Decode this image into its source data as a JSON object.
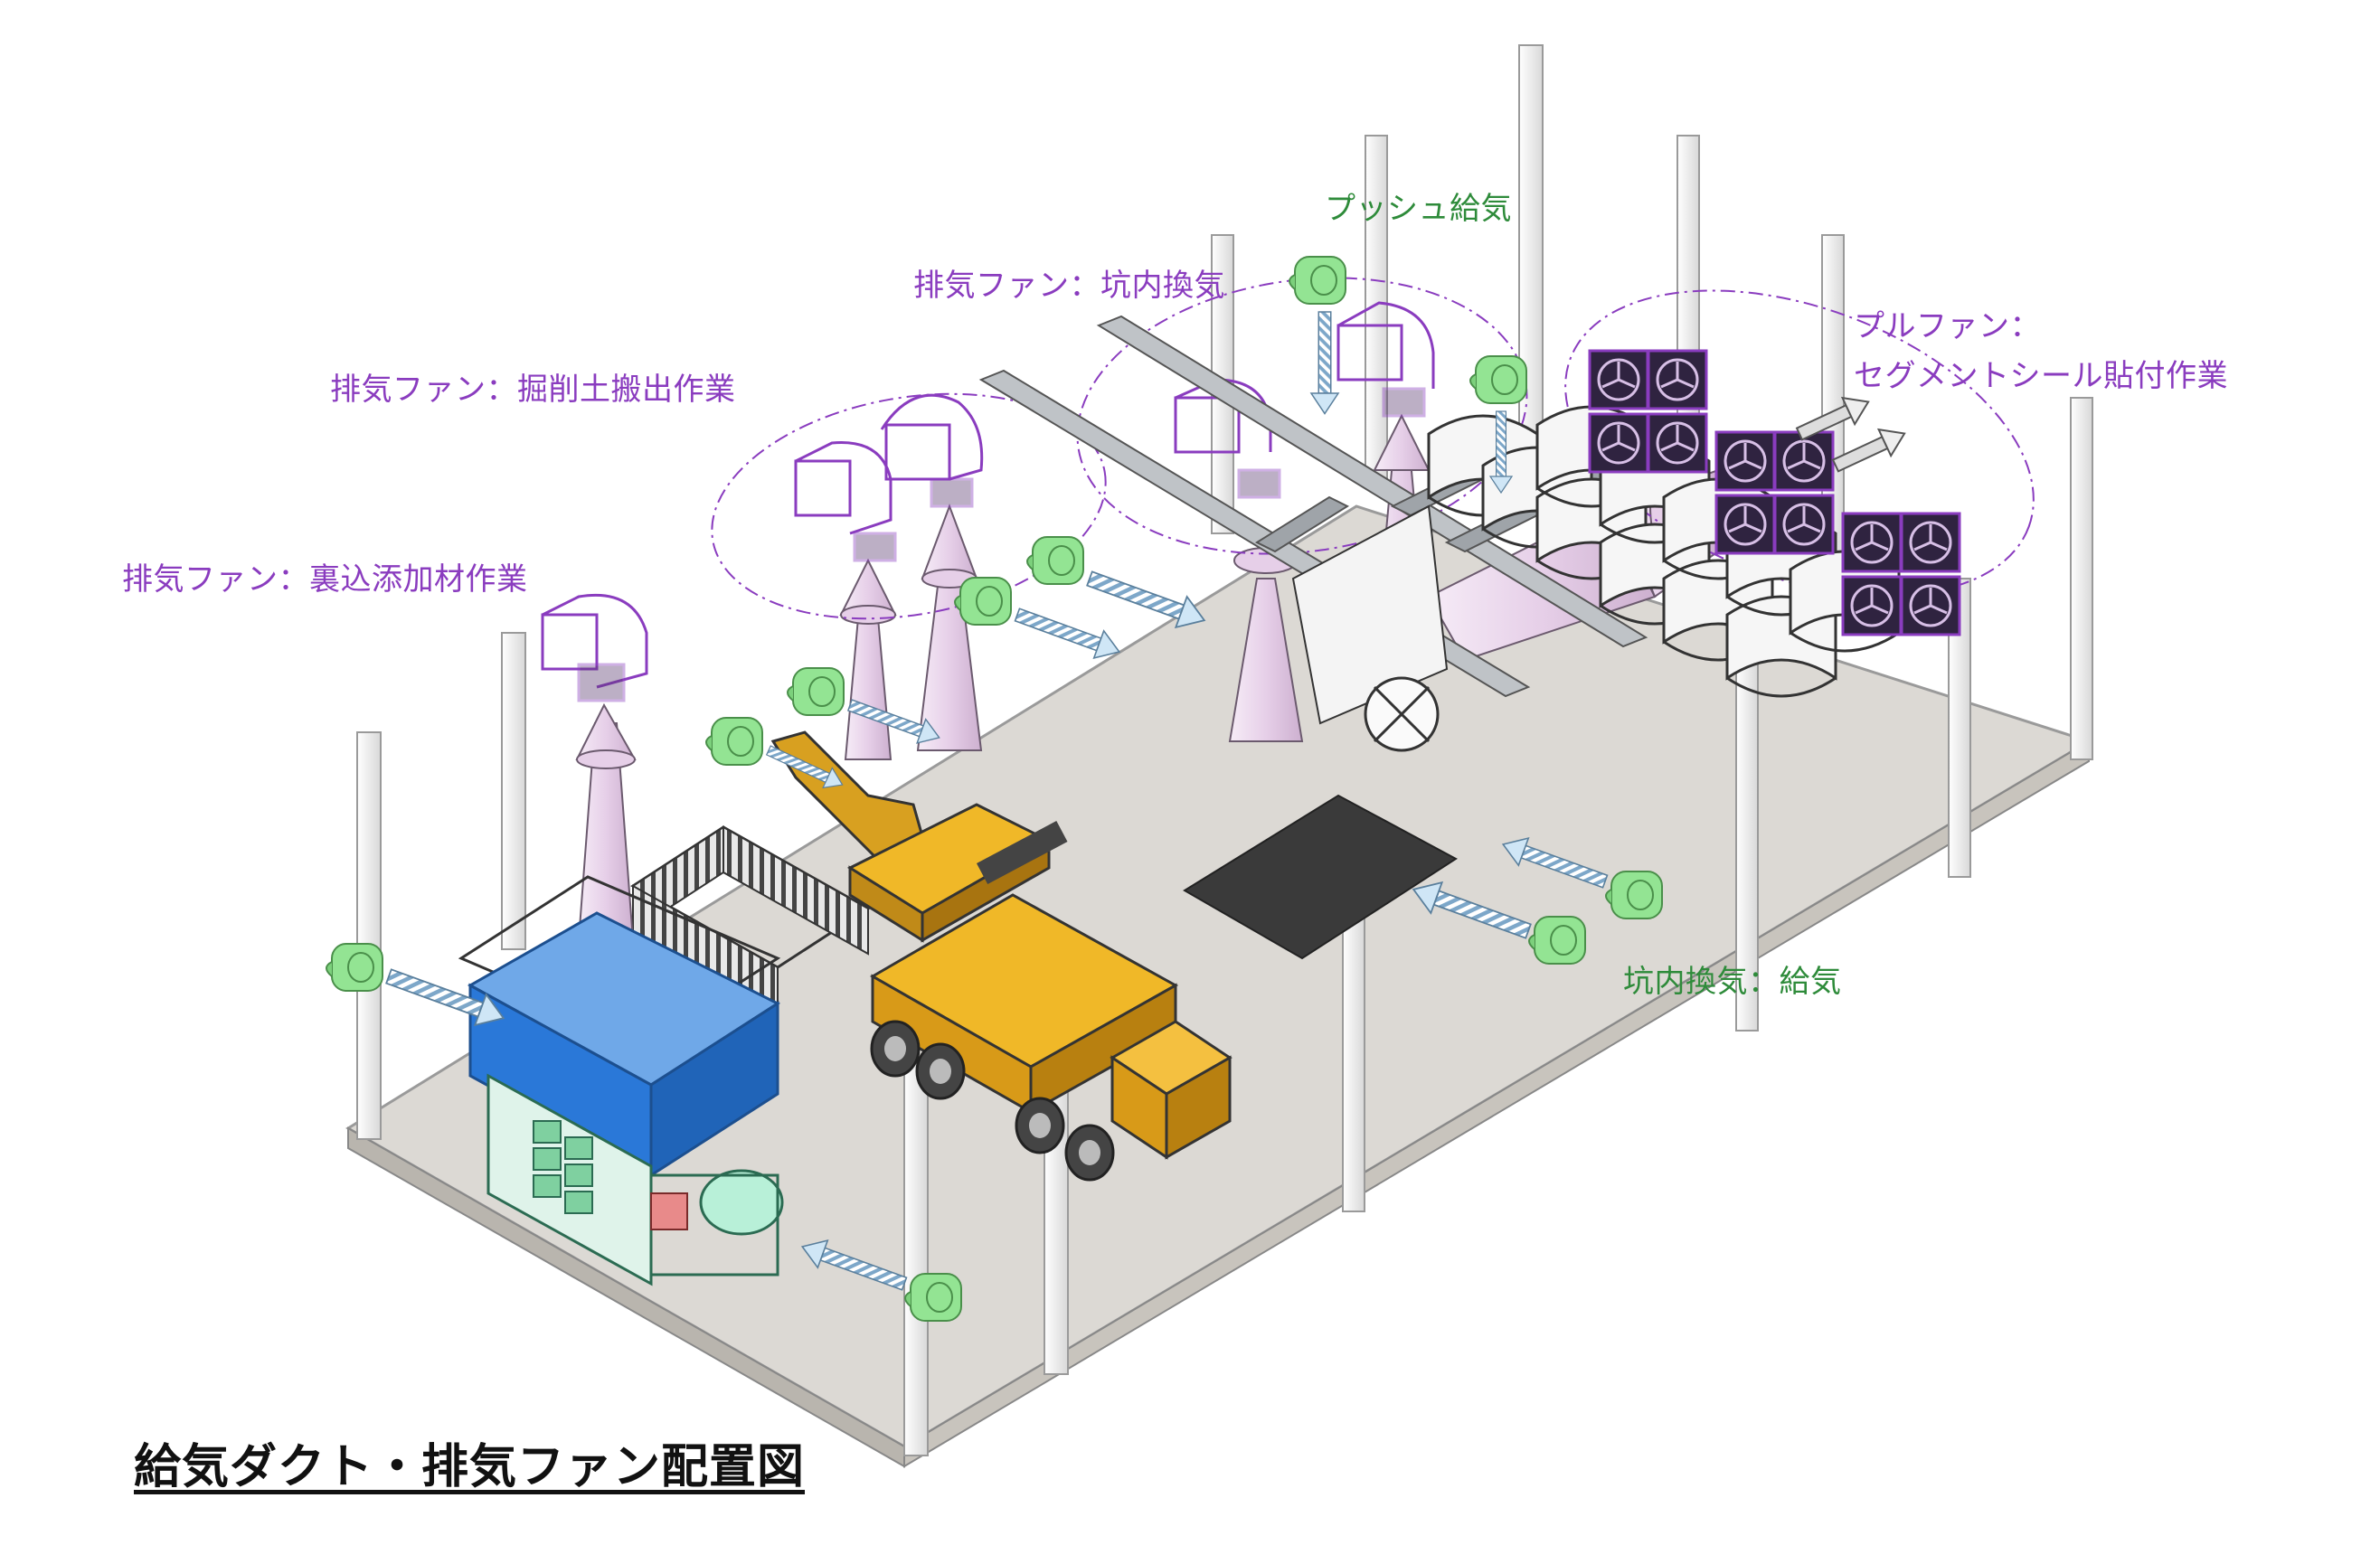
{
  "colors": {
    "exhaust": "#8a3cbf",
    "supply": "#2e8b3a",
    "floor": "#dcd9d4",
    "fan_green": "#8fe08f",
    "cone_pink": "#ecd8ee",
    "plant_blue": "#2a78d8",
    "truck_yellow": "#e8a820",
    "duct_white": "#f4f4f4",
    "pit_dark": "#3a3a3a"
  },
  "labels": {
    "push_supply": "プッシュ給気",
    "exhaust_tunnel": "排気ファン：坑内換気",
    "pull_fan_1": "プルファン：",
    "pull_fan_2": "セグメントシール貼付作業",
    "exhaust_excavation": "排気ファン：掘削土搬出作業",
    "exhaust_backfill": "排気ファン：裏込添加材作業",
    "tunnel_supply": "坑内換気：給気"
  },
  "caption": "給気ダクト・排気ファン配置図",
  "icons": [
    "supply-fan-icon",
    "exhaust-fan-icon",
    "pull-fan-icon",
    "airflow-arrow-icon",
    "excavator-icon",
    "dump-truck-icon",
    "treatment-plant-icon"
  ]
}
